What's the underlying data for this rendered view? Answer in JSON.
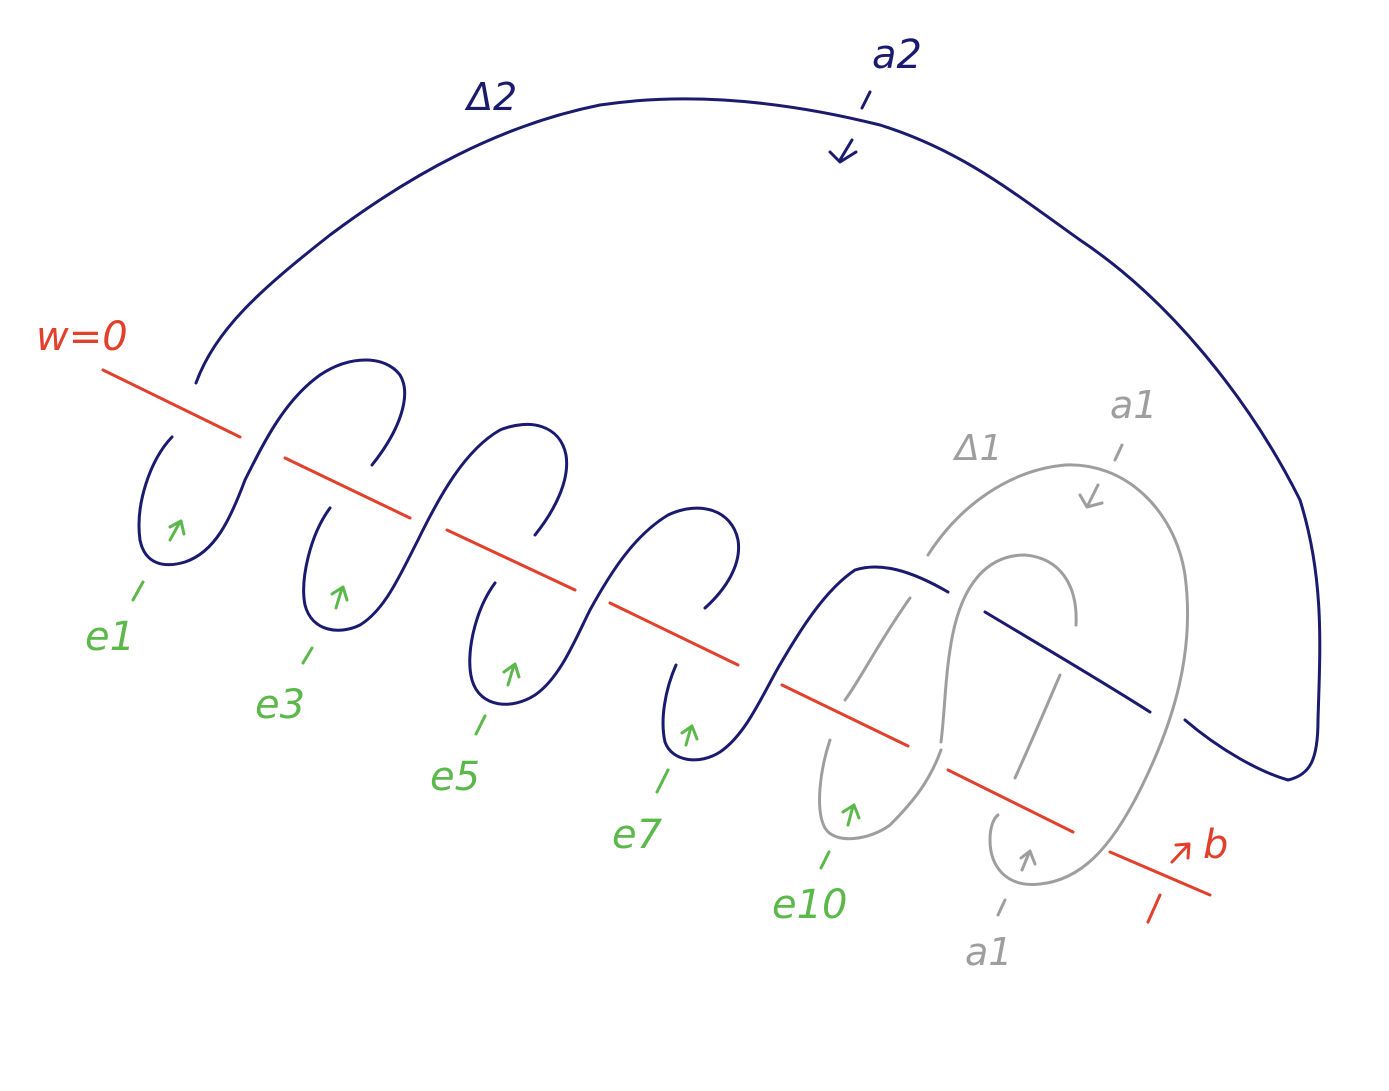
{
  "colors": {
    "navy": "#1a1a6e",
    "red": "#e0402c",
    "green": "#5cb84a",
    "gray": "#9e9e9e"
  },
  "labels": {
    "w_eq_0": "w=0",
    "delta_2": "Δ2",
    "a_2": "a2",
    "delta_1": "Δ1",
    "a_1_top": "a1",
    "a_1_bottom": "a1",
    "b": "b",
    "e_1": "e1",
    "e_3": "e3",
    "e_5": "e5",
    "e_7": "e7",
    "e_10": "e10"
  }
}
